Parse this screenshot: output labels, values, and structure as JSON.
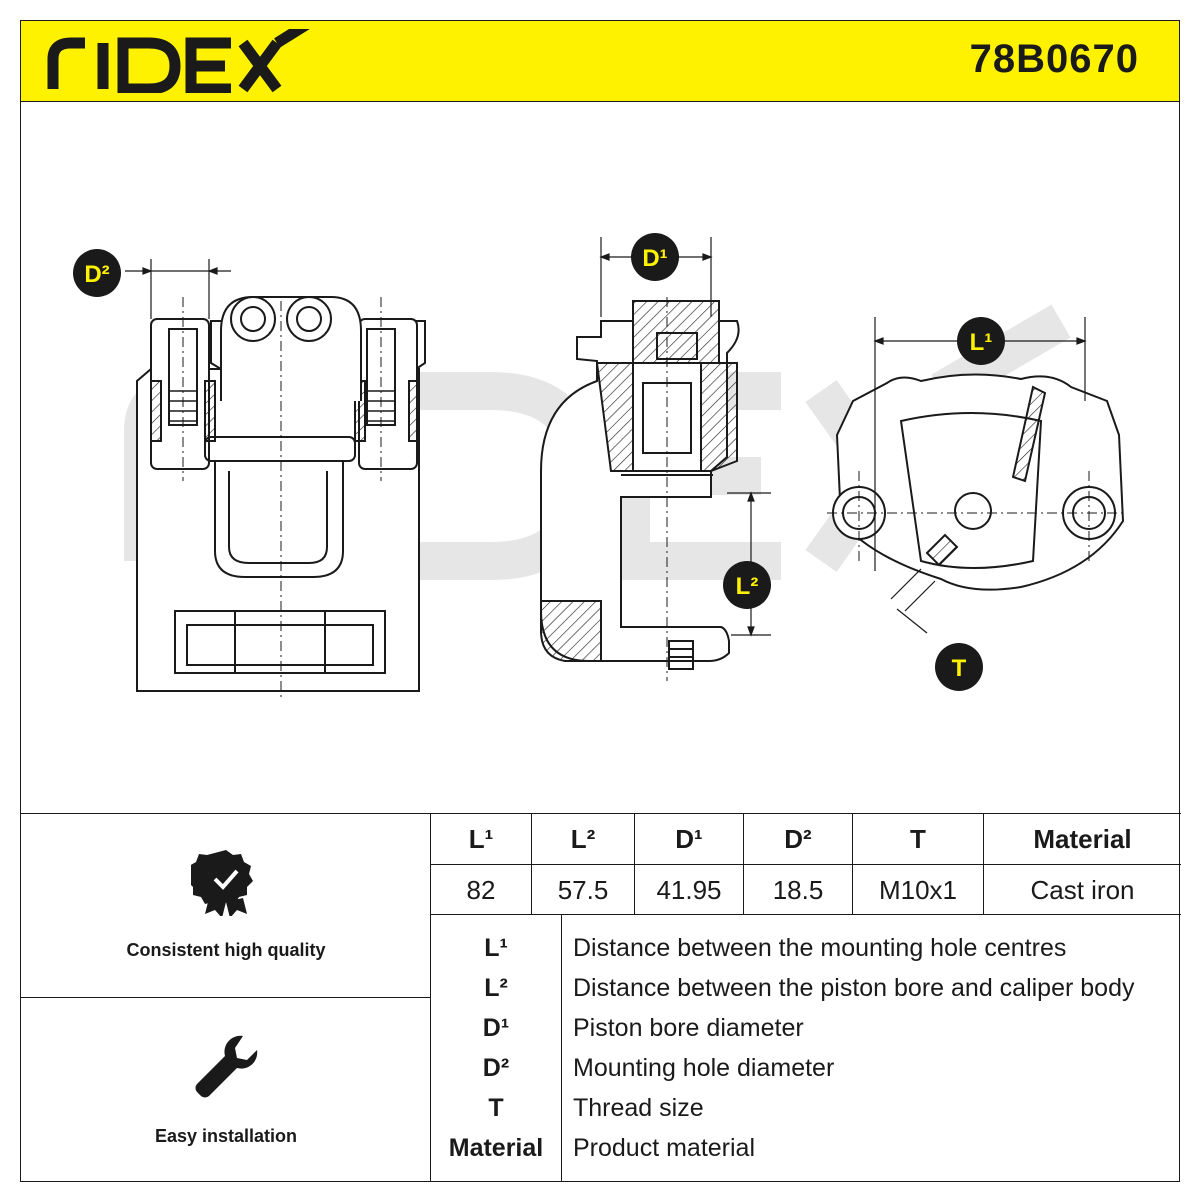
{
  "header": {
    "brand": "RIDEX",
    "part_number": "78B0670",
    "background_color": "#fff200"
  },
  "drawing": {
    "watermark": "RIDEX",
    "callouts": {
      "d2": "D²",
      "d1": "D¹",
      "l1": "L¹",
      "l2": "L²",
      "t": "T"
    }
  },
  "features": [
    {
      "icon": "quality-badge-icon",
      "label": "Consistent high quality"
    },
    {
      "icon": "wrench-icon",
      "label": "Easy installation"
    }
  ],
  "spec_table": {
    "headers": [
      "L¹",
      "L²",
      "D¹",
      "D²",
      "T",
      "Material"
    ],
    "values": [
      "82",
      "57.5",
      "41.95",
      "18.5",
      "M10x1",
      "Cast iron"
    ]
  },
  "legend": [
    {
      "key": "L¹",
      "desc": "Distance between the mounting hole centres"
    },
    {
      "key": "L²",
      "desc": "Distance between the piston bore and caliper body"
    },
    {
      "key": "D¹",
      "desc": "Piston bore diameter"
    },
    {
      "key": "D²",
      "desc": "Mounting hole diameter"
    },
    {
      "key": "T",
      "desc": "Thread size"
    },
    {
      "key": "Material",
      "desc": "Product material"
    }
  ]
}
